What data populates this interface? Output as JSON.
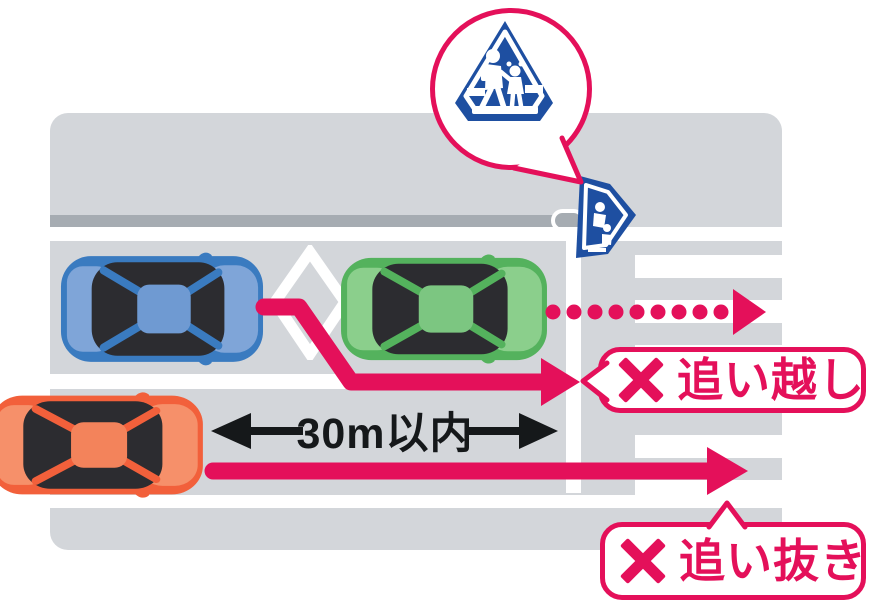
{
  "labels": {
    "distance": "30m以内",
    "no_overtaking": "追い越し",
    "no_passing": "追い抜き"
  },
  "marks": {
    "prohibition": "×"
  },
  "icons": {
    "sign_callout": "pedestrian-crossing-sign",
    "roadside_sign": "pedestrian-crossing-roadside-sign",
    "prohibition": "x-mark-icon",
    "road_marking": "crosswalk-ahead-diamond-marking"
  },
  "colors": {
    "accent_pink": "#e4105a",
    "road_gray": "#d3d6da",
    "curb_gray": "#a6acb2",
    "sign_blue": "#1e4fa1",
    "window_dark": "#2c2c30",
    "ink_black": "#15181a",
    "car_blue_body": "#3a7bc0",
    "car_blue_light": "#7fa5d8",
    "car_blue_roof": "#6f9ad2",
    "car_green_body": "#54b25d",
    "car_green_light": "#8bcf8c",
    "car_green_roof": "#7cc681",
    "car_orange_body": "#f2603b",
    "car_orange_light": "#f6906a",
    "car_orange_roof": "#f3835b"
  }
}
